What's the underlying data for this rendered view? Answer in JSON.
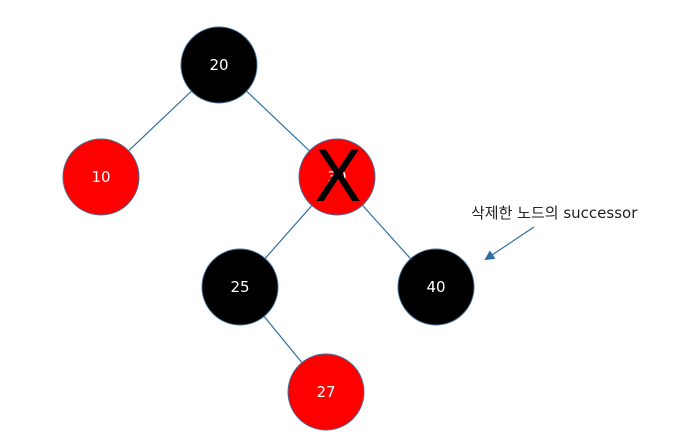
{
  "nodes": [
    {
      "id": "n20",
      "label": "20",
      "color": "#000000"
    },
    {
      "id": "n10",
      "label": "10",
      "color": "#ff0000"
    },
    {
      "id": "n30",
      "label": "30",
      "color": "#ff0000",
      "deleted": true
    },
    {
      "id": "n25",
      "label": "25",
      "color": "#000000"
    },
    {
      "id": "n40",
      "label": "40",
      "color": "#000000"
    },
    {
      "id": "n27",
      "label": "27",
      "color": "#ff0000"
    }
  ],
  "edges": [
    [
      "n20",
      "n10"
    ],
    [
      "n20",
      "n30"
    ],
    [
      "n30",
      "n25"
    ],
    [
      "n30",
      "n40"
    ],
    [
      "n25",
      "n27"
    ]
  ],
  "deleted_mark": "X",
  "annotation": {
    "text": "삭제한 노드의 successor"
  },
  "colors": {
    "edge": "#2e6e9e",
    "node_outline": "#41719c",
    "red_node": "#ff0000",
    "black_node": "#000000",
    "arrow": "#2e6e9e"
  }
}
